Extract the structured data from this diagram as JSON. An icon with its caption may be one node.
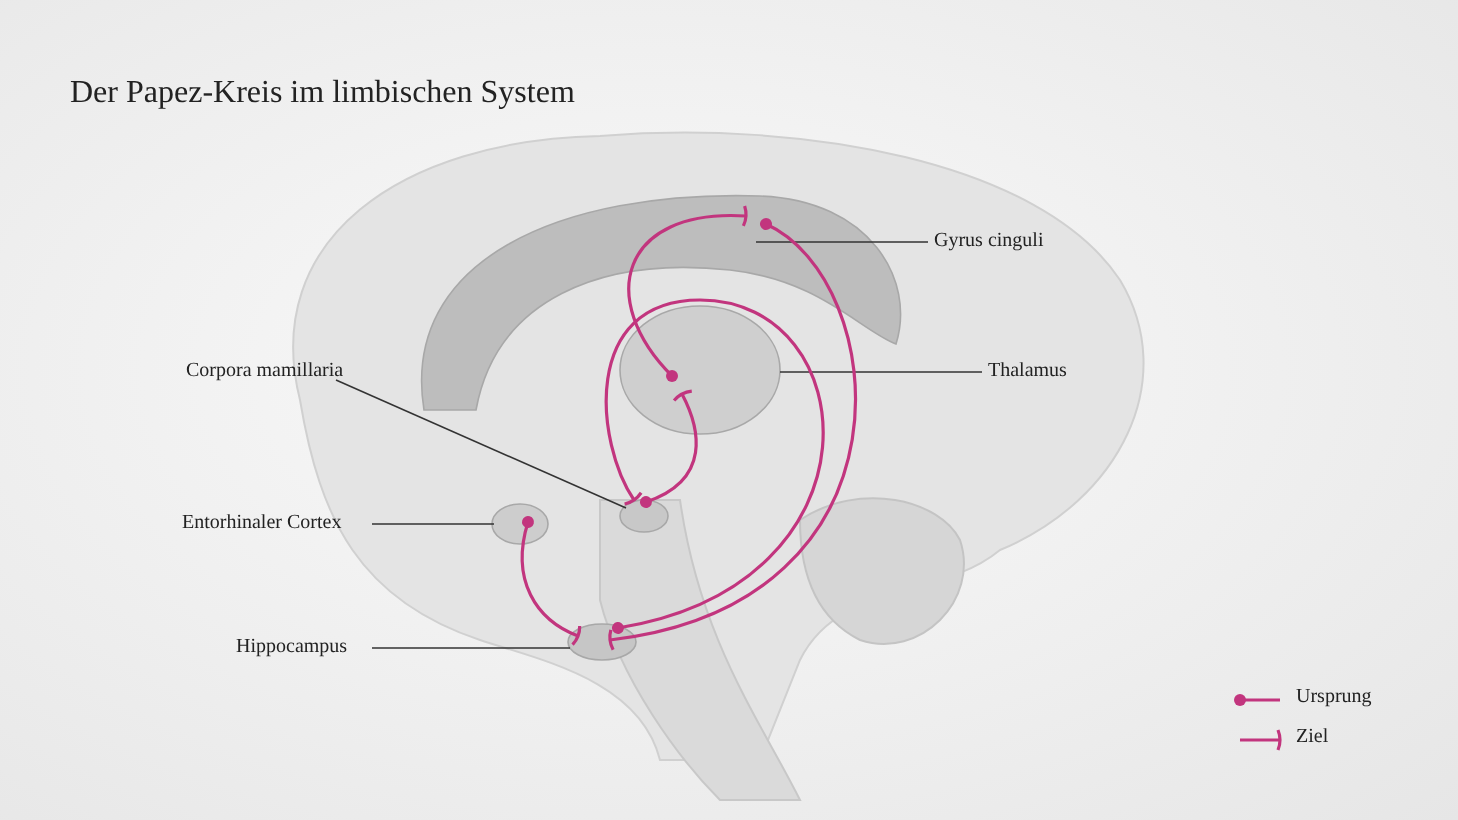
{
  "diagram": {
    "title": "Der Papez-Kreis im limbischen System",
    "nodes": [
      {
        "text": [
          "Gyrus cinguli"
        ]
      },
      {
        "text": [
          "Corpora mamillaria"
        ]
      },
      {
        "text": [
          "Thalamus"
        ]
      },
      {
        "text": [
          "Entorhinaler Cortex"
        ]
      },
      {
        "text": [
          "Hippocampus"
        ]
      },
      {
        "text": [],
        "shape": "band"
      },
      {
        "text": [],
        "shape": "circle"
      },
      {
        "text": [],
        "shape": "circle"
      },
      {
        "text": [],
        "shape": "circle"
      },
      {
        "text": [],
        "shape": "circle"
      }
    ],
    "edges": [
      {
        "from": 0,
        "to": 5,
        "arrow": "none"
      },
      {
        "from": 1,
        "to": 6,
        "arrow": "none"
      },
      {
        "from": 2,
        "to": 7,
        "arrow": "none"
      },
      {
        "from": 3,
        "to": 8,
        "arrow": "none"
      },
      {
        "from": 4,
        "to": 9,
        "arrow": "none"
      },
      {
        "from": 9,
        "to": 6,
        "arrow": "other",
        "color": "#c2357e"
      },
      {
        "from": 6,
        "to": 7,
        "arrow": "other",
        "color": "#c2357e"
      },
      {
        "from": 7,
        "to": 5,
        "arrow": "other",
        "color": "#c2357e"
      },
      {
        "from": 5,
        "to": 9,
        "arrow": "other",
        "color": "#c2357e"
      },
      {
        "from": 8,
        "to": 9,
        "arrow": "other",
        "color": "#c2357e"
      }
    ],
    "legend": [
      {
        "text": "Ursprung"
      },
      {
        "text": "Ziel"
      }
    ]
  }
}
